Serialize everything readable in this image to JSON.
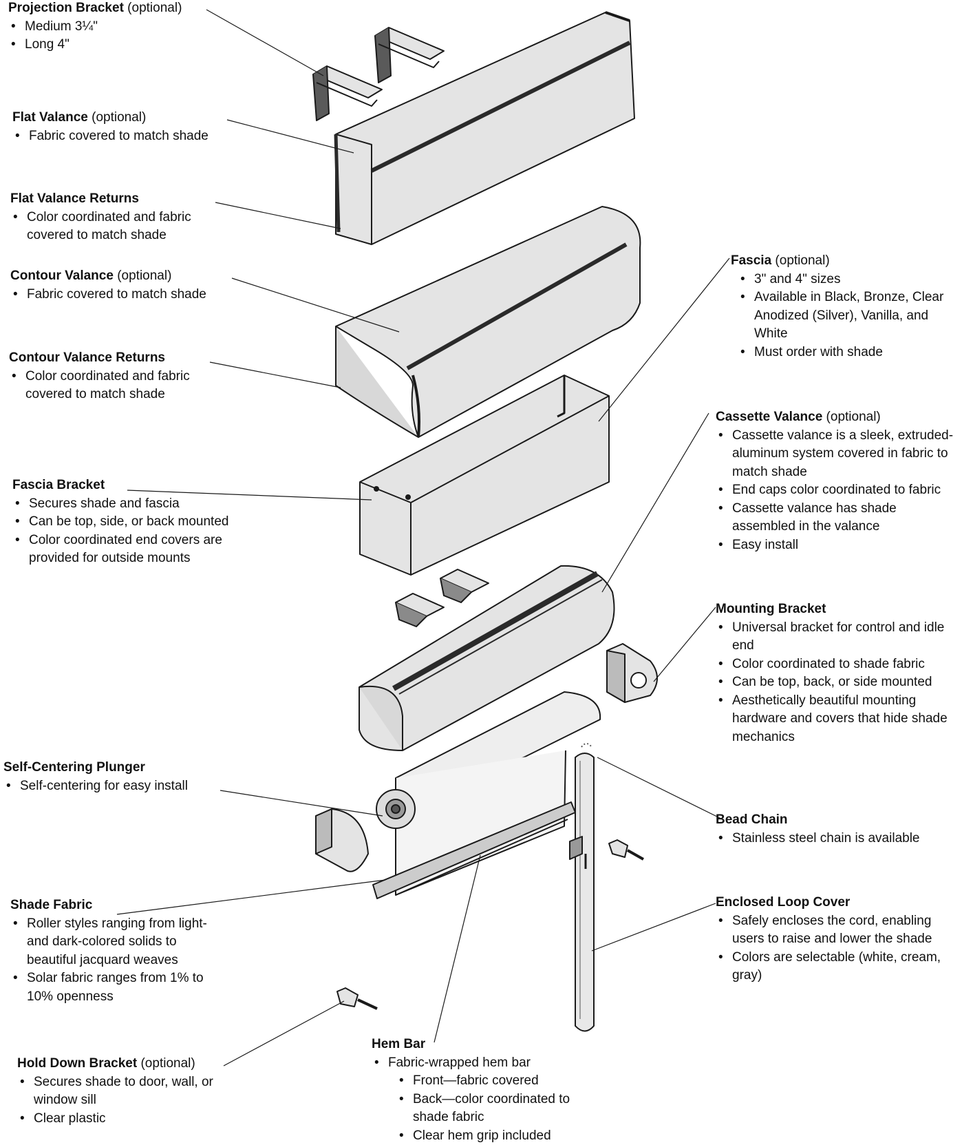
{
  "callouts": {
    "projection_bracket": {
      "title": "Projection Bracket",
      "note": " (optional)",
      "bullets": [
        "Medium 3¼\"",
        "Long 4\""
      ]
    },
    "flat_valance": {
      "title": "Flat Valance",
      "note": " (optional)",
      "bullets": [
        "Fabric covered to match shade"
      ]
    },
    "flat_valance_returns": {
      "title": "Flat Valance Returns",
      "bullets": [
        "Color coordinated and fabric covered to match shade"
      ]
    },
    "contour_valance": {
      "title": "Contour Valance",
      "note": " (optional)",
      "bullets": [
        "Fabric covered to match shade"
      ]
    },
    "contour_valance_returns": {
      "title": "Contour Valance Returns",
      "bullets": [
        "Color coordinated and fabric covered to match shade"
      ]
    },
    "fascia_bracket": {
      "title": "Fascia Bracket",
      "bullets": [
        "Secures shade and fascia",
        "Can be top, side, or back mounted",
        "Color coordinated end covers are provided for outside mounts"
      ]
    },
    "self_centering_plunger": {
      "title": "Self-Centering Plunger",
      "bullets": [
        "Self-centering for easy install"
      ]
    },
    "shade_fabric": {
      "title": "Shade Fabric",
      "bullets": [
        "Roller styles ranging from light- and dark-colored solids to beautiful jacquard weaves",
        "Solar fabric ranges from 1% to 10% openness"
      ]
    },
    "hold_down_bracket": {
      "title": "Hold Down Bracket",
      "note": " (optional)",
      "bullets": [
        "Secures shade to door, wall, or window sill",
        "Clear plastic"
      ]
    },
    "hem_bar": {
      "title": "Hem Bar",
      "bullets": [
        "Fabric-wrapped hem bar"
      ],
      "sub_bullets": [
        "Front—fabric covered",
        "Back—color coordinated to shade fabric",
        "Clear hem grip included"
      ]
    },
    "fascia": {
      "title": "Fascia",
      "note": " (optional)",
      "bullets": [
        "3\" and 4\" sizes",
        "Available in Black, Bronze, Clear Anodized (Silver), Vanilla, and White",
        "Must order with shade"
      ]
    },
    "cassette_valance": {
      "title": "Cassette Valance",
      "note": " (optional)",
      "bullets": [
        "Cassette valance is a sleek, extruded-aluminum system covered in fabric to match shade",
        "End caps color coordinated to fabric",
        "Cassette valance has shade assembled in the valance",
        "Easy install"
      ]
    },
    "mounting_bracket": {
      "title": "Mounting Bracket",
      "bullets": [
        "Universal bracket for control and idle end",
        "Color coordinated to shade fabric",
        "Can be top, back, or side mounted",
        "Aesthetically beautiful mounting hardware and covers that hide shade mechanics"
      ]
    },
    "bead_chain": {
      "title": "Bead Chain",
      "bullets": [
        "Stainless steel chain is available"
      ]
    },
    "enclosed_loop_cover": {
      "title": "Enclosed Loop Cover",
      "bullets": [
        "Safely encloses the cord, enabling users to raise and lower the shade",
        "Colors are selectable (white, cream, gray)"
      ]
    }
  },
  "colors": {
    "part_fill": "#e4e4e4",
    "part_dark": "#2a2a2a",
    "line": "#1a1a1a"
  }
}
